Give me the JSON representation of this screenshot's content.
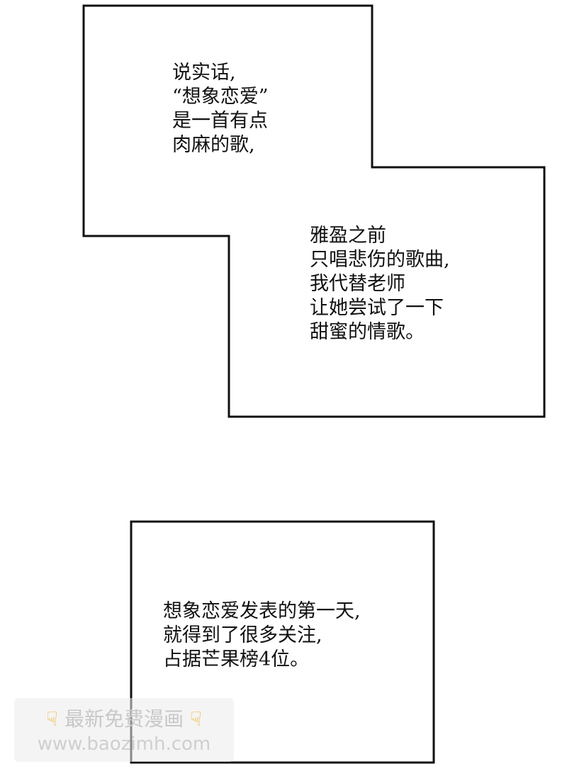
{
  "panels": {
    "top": {
      "speech_1": [
        "说实话,",
        "“想象恋爱”",
        "是一首有点",
        "肉麻的歌,"
      ],
      "speech_2": [
        "雅盈之前",
        "只唱悲伤的歌曲,",
        "我代替老师",
        "让她尝试了一下",
        "甜蜜的情歌。"
      ]
    },
    "bottom": {
      "speech_3": [
        "想象恋爱发表的第一天,",
        "就得到了很多关注,",
        "占据芒果榜4位。"
      ]
    }
  },
  "watermark": {
    "title": "最新免费漫画",
    "url": "www.baozimh.com",
    "icon": "pointing-down-hand-icon",
    "accent_color": "#f2b530"
  }
}
